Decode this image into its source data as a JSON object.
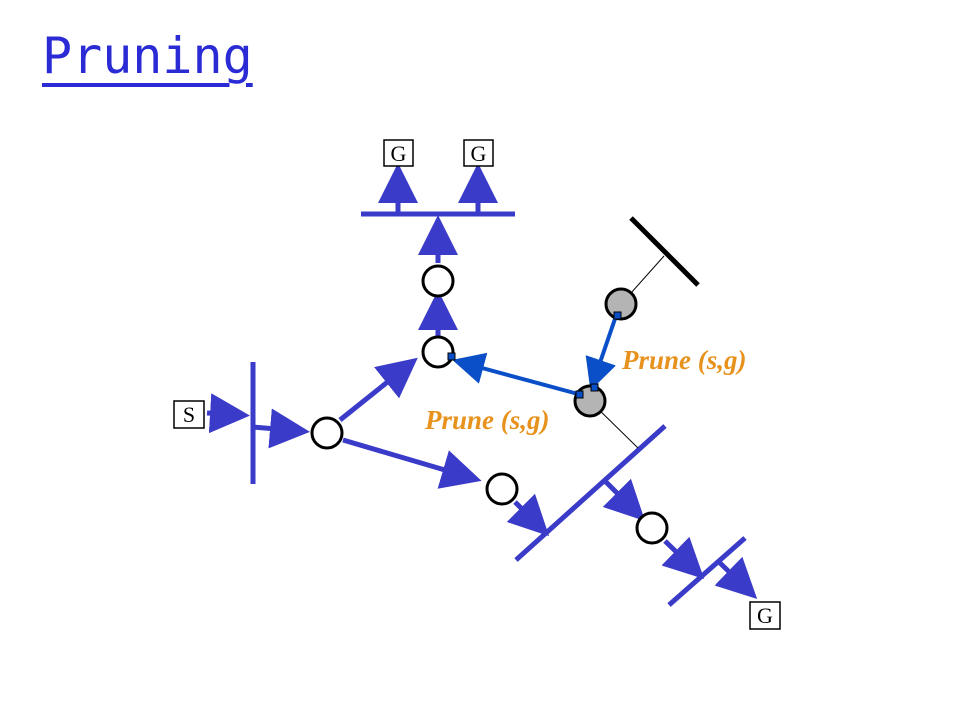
{
  "slide": {
    "title": "Pruning"
  },
  "diagram": {
    "hosts": [
      {
        "id": "top-left",
        "label": "G"
      },
      {
        "id": "top-right",
        "label": "G"
      },
      {
        "id": "source",
        "label": "S"
      },
      {
        "id": "bottom-right",
        "label": "G"
      }
    ],
    "prune_messages": [
      {
        "id": "upper",
        "label": "Prune (s,g)"
      },
      {
        "id": "lower",
        "label": "Prune (s,g)"
      }
    ],
    "colors": {
      "title": "#2b2bd6",
      "links": "#3b3bc9",
      "prune_arrow": "#0a4fc8",
      "prune_label": "#e8921e",
      "pruned_router": "#b4b4b4"
    }
  }
}
